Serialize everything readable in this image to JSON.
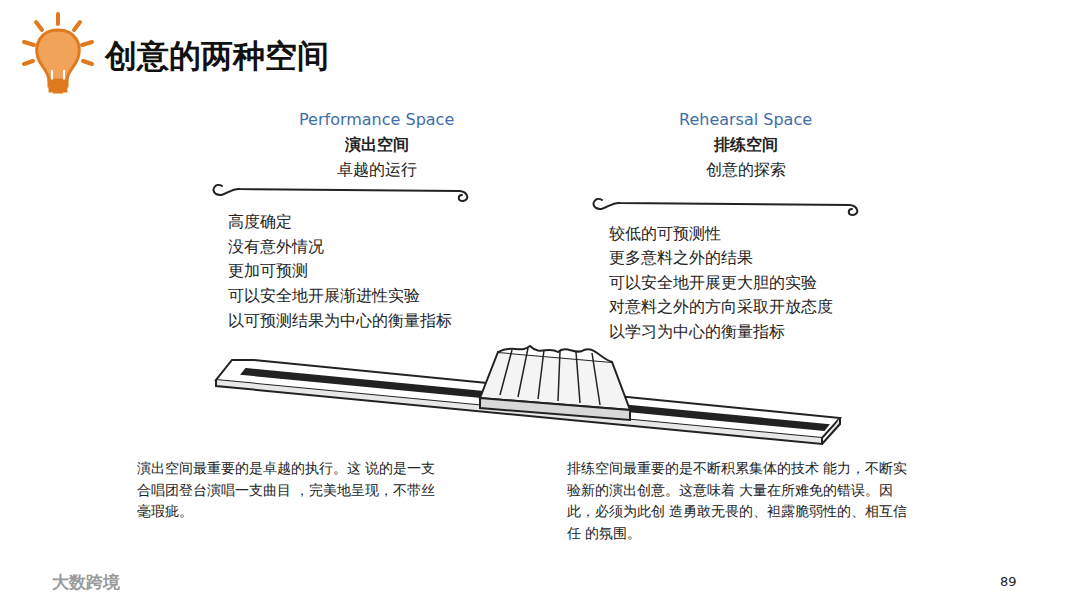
{
  "diagram": {
    "title": "创意的两种空间",
    "labels": [
      "Performance Space",
      "演出空间",
      "卓越的运行",
      "高度确定",
      "没有意外情况",
      "更加可预测",
      "可以安全地开展渐进性实验",
      "以可预测结果为中心的衡量指标",
      "Rehearsal Space",
      "排练空间",
      "创意的探索",
      "较低的可预测性",
      "更多意料之外的结果",
      "可以安全地开展更大胆的实验",
      "对意料之外的方向采取开放态度",
      "以学习为中心的衡量指标",
      "演出空间最重要的是卓越的执行。这 说的是一支合唱团登台演唱一支曲目 ，完美地呈现，不带丝毫瑕疵。",
      "排练空间最重要的是不断积累集体的技术 能力，不断实验新的演出创意。这意味着 大量在所难免的错误。因此，必须为此创 造勇敢无畏的、袒露脆弱性的、相互信任 的氛围。",
      "大数跨境",
      "89"
    ]
  }
}
